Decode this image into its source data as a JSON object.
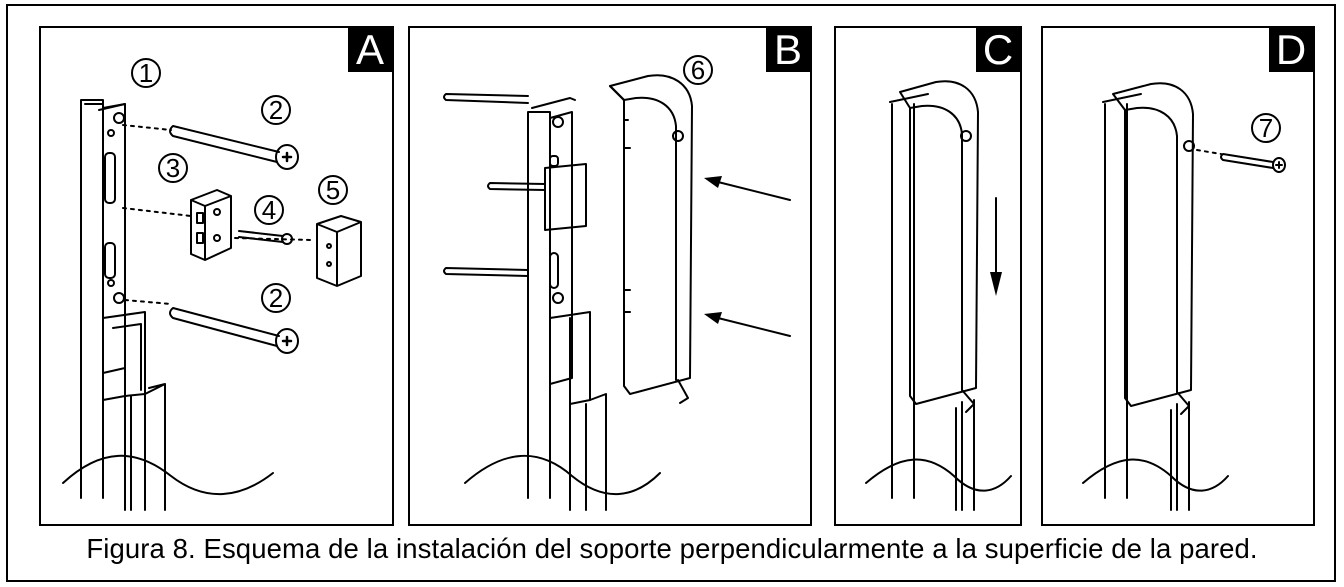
{
  "panels": {
    "a": {
      "tag": "A",
      "callouts": [
        "1",
        "2",
        "3",
        "4",
        "5",
        "2"
      ]
    },
    "b": {
      "tag": "B",
      "callouts": [
        "6"
      ]
    },
    "c": {
      "tag": "C"
    },
    "d": {
      "tag": "D",
      "callouts": [
        "7"
      ]
    }
  },
  "caption": "Figura 8. Esquema de la instalación del soporte perpendicularmente a la superficie de la pared."
}
